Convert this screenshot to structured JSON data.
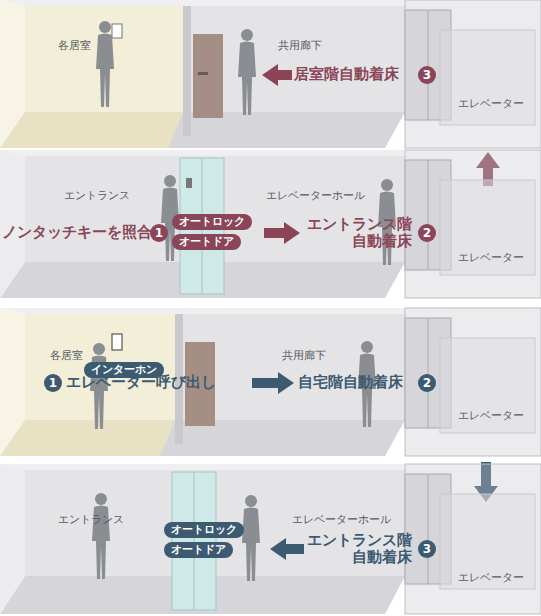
{
  "diagram": {
    "nodes": [
      {
        "text": [
          "オートロック"
        ]
      },
      {
        "text": [
          "オートドア"
        ]
      },
      {
        "text": [
          "インターホン"
        ]
      },
      {
        "text": [
          "オートロック"
        ]
      },
      {
        "text": [
          "オートドア"
        ]
      }
    ],
    "labels": [
      "各居室",
      "共用廊下",
      "居室階自動着床",
      "3",
      "エレベーター",
      "エントランス",
      "ノンタッチキーを照合",
      "1",
      "エレベーターホール",
      "エントランス階 自動着床",
      "2",
      "エレベーター",
      "各居室",
      "1",
      "エレベーター呼び出し",
      "共用廊下",
      "自宅階自動着床",
      "2",
      "エレベーター",
      "エントランス",
      "エレベーターホール",
      "エントランス階 自動着床",
      "3",
      "エレベーター"
    ]
  }
}
